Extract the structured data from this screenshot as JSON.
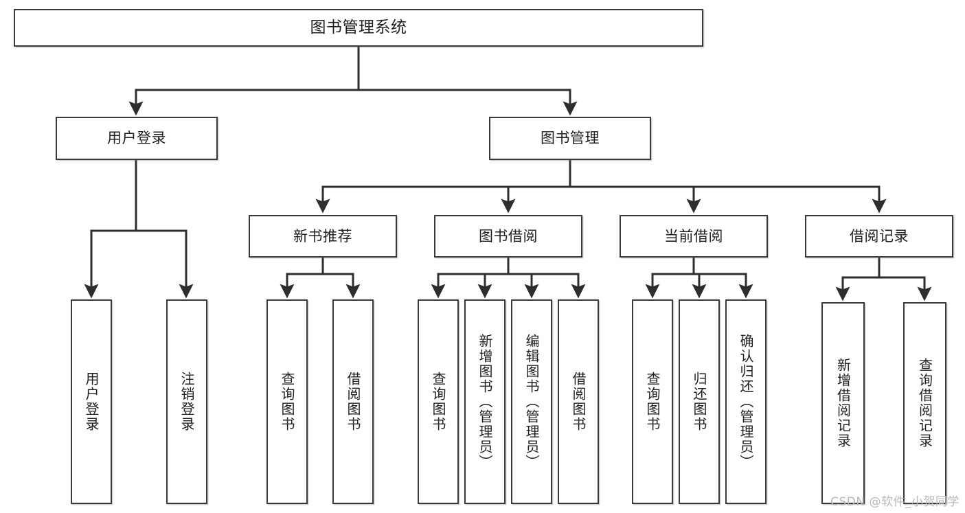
{
  "diagram": {
    "type": "tree-hierarchy",
    "root": {
      "label": "图书管理系统"
    },
    "level1": [
      {
        "label": "用户登录"
      },
      {
        "label": "图书管理"
      }
    ],
    "level2": [
      {
        "label": "新书推荐"
      },
      {
        "label": "图书借阅"
      },
      {
        "label": "当前借阅"
      },
      {
        "label": "借阅记录"
      }
    ],
    "leaves": {
      "user_login": [
        {
          "label": "用户登录"
        },
        {
          "label": "注销登录"
        }
      ],
      "new_book_recommend": [
        {
          "label": "查询图书"
        },
        {
          "label": "借阅图书"
        }
      ],
      "book_borrow": [
        {
          "label": "查询图书"
        },
        {
          "label": "新增图书（管理员）"
        },
        {
          "label": "编辑图书（管理员）"
        },
        {
          "label": "借阅图书"
        }
      ],
      "current_borrow": [
        {
          "label": "查询图书"
        },
        {
          "label": "归还图书"
        },
        {
          "label": "确认归还（管理员）"
        }
      ],
      "borrow_record": [
        {
          "label": "新增借阅记录"
        },
        {
          "label": "查询借阅记录"
        }
      ]
    }
  },
  "watermark": {
    "text": "CSDN @软件_小贺同学"
  },
  "colors": {
    "box_border": "#3a3a3a",
    "connector": "#2e2e2e",
    "text": "#1f1f1f",
    "background": "#ffffff",
    "watermark": "#b9b9b9"
  }
}
